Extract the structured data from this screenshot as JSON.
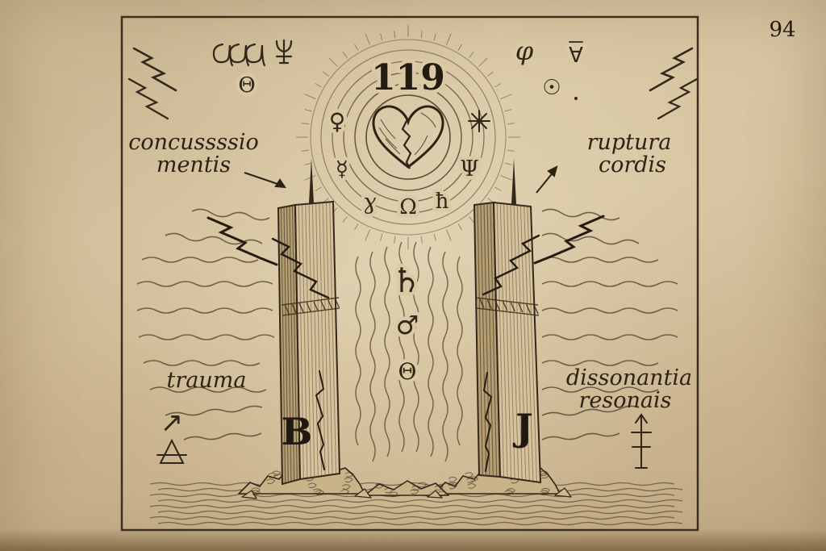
{
  "page": {
    "number": "94"
  },
  "art": {
    "halo_number": "119",
    "caption_top_left": {
      "line1": "concussssio",
      "line2": "mentis"
    },
    "caption_top_right": {
      "line1": "ruptura",
      "line2": "cordis"
    },
    "caption_bottom_left": "trauma",
    "caption_bottom_right": {
      "line1": "dissonantia",
      "line2": "resonais"
    },
    "tower_left_letter": "B",
    "tower_right_letter": "J",
    "glyphs": {
      "theta_top_left": "Θ",
      "phi_top_right": "φ",
      "forall_top_right": "∀",
      "sun_top_right": "☉",
      "venus_halo": "♀",
      "mercury_halo": "☿",
      "psi_halo": "Ψ",
      "gamma_halo": "ɣ",
      "omega_halo": "Ω",
      "hstroke_halo": "ħ",
      "saturn_center": "♄",
      "mars_center": "♂",
      "theta_center": "Θ",
      "arrow_bottom_left": "↗"
    }
  }
}
